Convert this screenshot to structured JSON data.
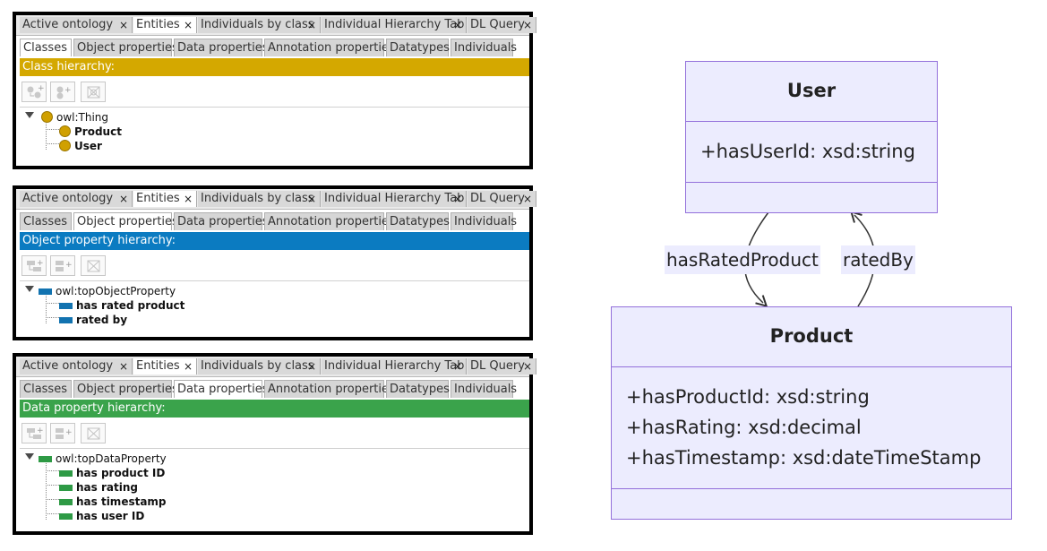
{
  "protege": {
    "main_tabs": [
      "Active ontology",
      "Entities",
      "Individuals by class",
      "Individual Hierarchy Tab",
      "DL Query"
    ],
    "entity_tabs": [
      "Classes",
      "Object properties",
      "Data properties",
      "Annotation properties",
      "Datatypes",
      "Individuals"
    ],
    "close_glyph": "×",
    "panels": [
      {
        "selected_subtab": "Classes",
        "header": "Class hierarchy:",
        "header_color": "#d4a800",
        "icon_color": "#d0a000",
        "root": "owl:Thing",
        "children": [
          "Product",
          "User"
        ]
      },
      {
        "selected_subtab": "Object properties",
        "header": "Object property hierarchy:",
        "header_color": "#0b7bc1",
        "icon_color": "#1273b0",
        "root": "owl:topObjectProperty",
        "children": [
          "has rated product",
          "rated by"
        ]
      },
      {
        "selected_subtab": "Data properties",
        "header": "Data property hierarchy:",
        "header_color": "#3aa34b",
        "icon_color": "#2e9a45",
        "root": "owl:topDataProperty",
        "children": [
          "has product ID",
          "has rating",
          "has timestamp",
          "has user ID"
        ]
      }
    ]
  },
  "uml": {
    "colors": {
      "fill": "#ececfe",
      "stroke": "#9370db",
      "edge": "#333333"
    },
    "classes": [
      {
        "name": "User",
        "attributes": [
          "+hasUserId: xsd:string"
        ]
      },
      {
        "name": "Product",
        "attributes": [
          "+hasProductId: xsd:string",
          "+hasRating: xsd:decimal",
          "+hasTimestamp: xsd:dateTimeStamp"
        ]
      }
    ],
    "relations": [
      {
        "label": "hasRatedProduct",
        "from": "User",
        "to": "Product"
      },
      {
        "label": "ratedBy",
        "from": "Product",
        "to": "User"
      }
    ]
  }
}
